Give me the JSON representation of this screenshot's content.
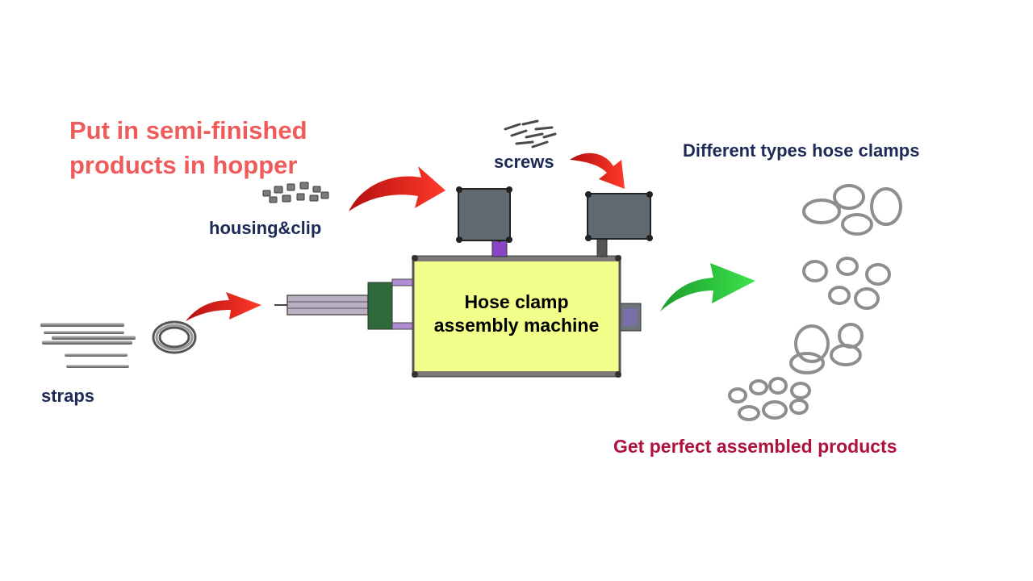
{
  "headline": {
    "line1": "Put in semi-finished",
    "line2": "products in hopper"
  },
  "labels": {
    "housing_clip": "housing&clip",
    "screws": "screws",
    "straps": "straps",
    "machine_line1": "Hose clamp",
    "machine_line2": "assembly machine",
    "types": "Different types hose clamps",
    "result": "Get perfect assembled products"
  },
  "colors": {
    "headline": "#ef5b5b",
    "label": "#1d2a57",
    "result": "#b0123e",
    "machine_body": "#f1ff8a",
    "panel": "#5f6b70",
    "arrow_red": "#e01e1e",
    "arrow_green": "#28c43a"
  }
}
